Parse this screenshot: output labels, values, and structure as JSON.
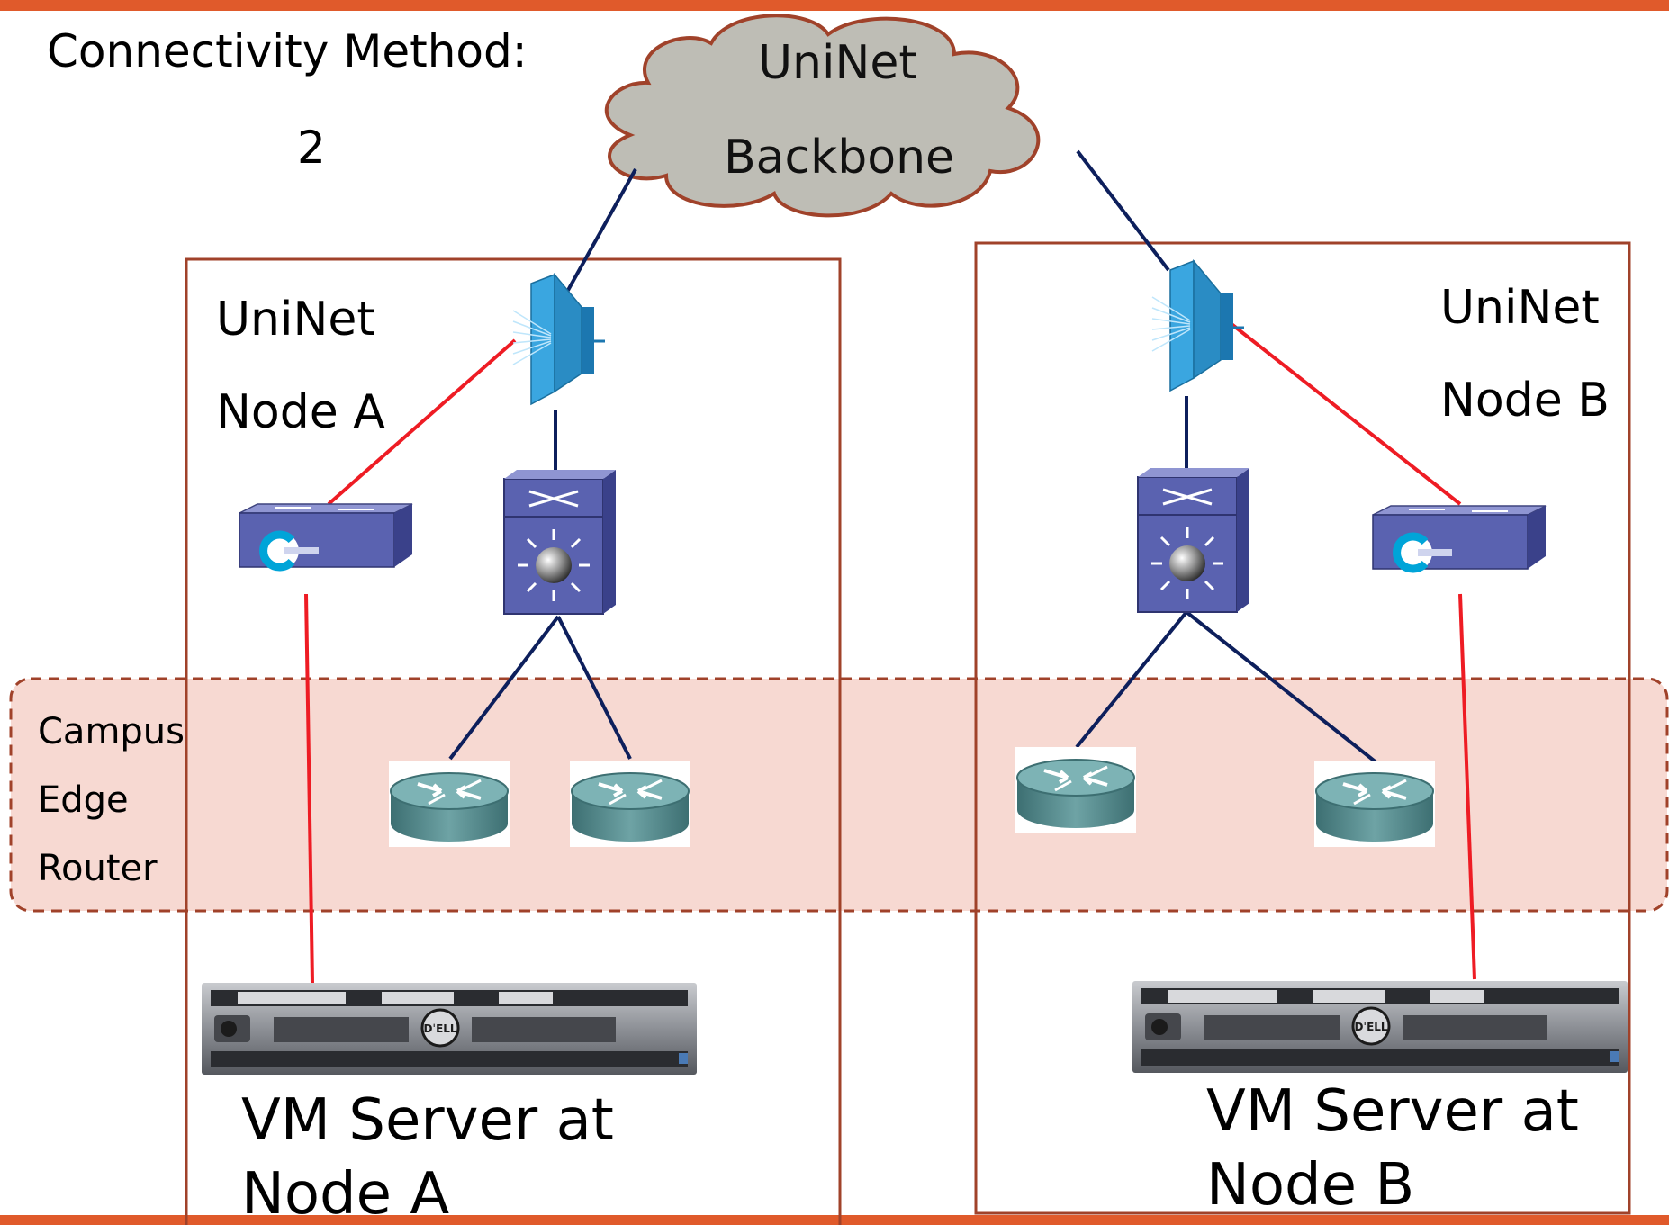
{
  "title": "Connectivity Method:",
  "method_number": "2",
  "cloud": {
    "line1": "UniNet",
    "line2": "Backbone"
  },
  "node_a": {
    "line1": "UniNet",
    "line2": "Node A"
  },
  "node_b": {
    "line1": "UniNet",
    "line2": "Node B"
  },
  "campus_zone": {
    "line1": "Campus",
    "line2": "Edge",
    "line3": "Router"
  },
  "server_a": {
    "line1": "VM Server at",
    "line2": "Node A",
    "brand": "DELL"
  },
  "server_b": {
    "line1": "VM Server at",
    "line2": "Node B",
    "brand": "DELL"
  },
  "colors": {
    "frame_orange": "#e05a2b",
    "box_border": "#a0422a",
    "cloud_fill": "#bebdb5",
    "backbone_link": "#0d1f5c",
    "red_link": "#ee1c24",
    "campus_fill": "#f7d9d2",
    "campus_border": "#a0422a",
    "switch_blue": "#5a62b0",
    "firewall_blue": "#2e9fd8",
    "router_teal": "#4e8a8c"
  }
}
